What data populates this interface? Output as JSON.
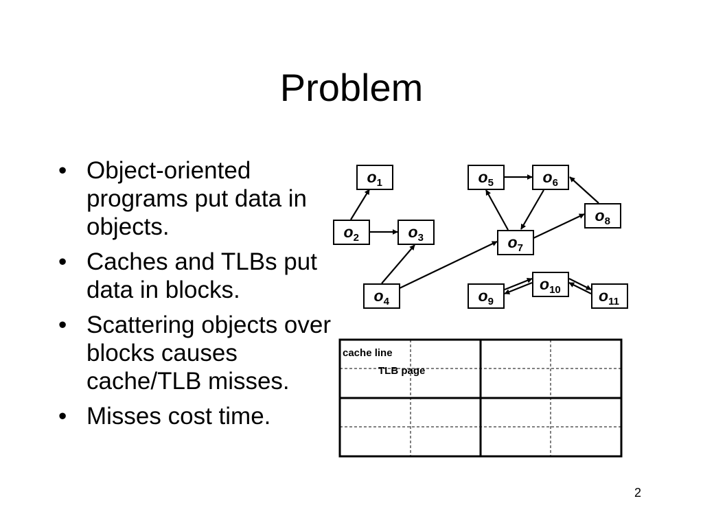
{
  "slide": {
    "title": "Problem",
    "page_number": "2"
  },
  "bullets": [
    {
      "marker": "•",
      "text": "Object-oriented programs put data in objects."
    },
    {
      "marker": "•",
      "text": "Caches and TLBs put data in blocks."
    },
    {
      "marker": "•",
      "text": "Scattering objects over blocks causes cache/TLB misses."
    },
    {
      "marker": "•",
      "text": "Misses cost time."
    }
  ],
  "diagram": {
    "nodes": [
      {
        "id": "o1",
        "letter": "o",
        "sub": "1"
      },
      {
        "id": "o2",
        "letter": "o",
        "sub": "2"
      },
      {
        "id": "o3",
        "letter": "o",
        "sub": "3"
      },
      {
        "id": "o4",
        "letter": "o",
        "sub": "4"
      },
      {
        "id": "o5",
        "letter": "o",
        "sub": "5"
      },
      {
        "id": "o6",
        "letter": "o",
        "sub": "6"
      },
      {
        "id": "o7",
        "letter": "o",
        "sub": "7"
      },
      {
        "id": "o8",
        "letter": "o",
        "sub": "8"
      },
      {
        "id": "o9",
        "letter": "o",
        "sub": "9"
      },
      {
        "id": "o10",
        "letter": "o",
        "sub": "10"
      },
      {
        "id": "o11",
        "letter": "o",
        "sub": "11"
      }
    ],
    "edges": [
      {
        "from": "o2",
        "to": "o1"
      },
      {
        "from": "o2",
        "to": "o3"
      },
      {
        "from": "o4",
        "to": "o3"
      },
      {
        "from": "o4",
        "to": "o7"
      },
      {
        "from": "o5",
        "to": "o6"
      },
      {
        "from": "o7",
        "to": "o5"
      },
      {
        "from": "o6",
        "to": "o7"
      },
      {
        "from": "o7",
        "to": "o8"
      },
      {
        "from": "o8",
        "to": "o6"
      },
      {
        "from": "o10",
        "to": "o9"
      },
      {
        "from": "o9",
        "to": "o10"
      },
      {
        "from": "o10",
        "to": "o11"
      },
      {
        "from": "o11",
        "to": "o10"
      }
    ]
  },
  "memory_grid": {
    "cache_line_label": "cache line",
    "tlb_page_label": "TLB page"
  }
}
